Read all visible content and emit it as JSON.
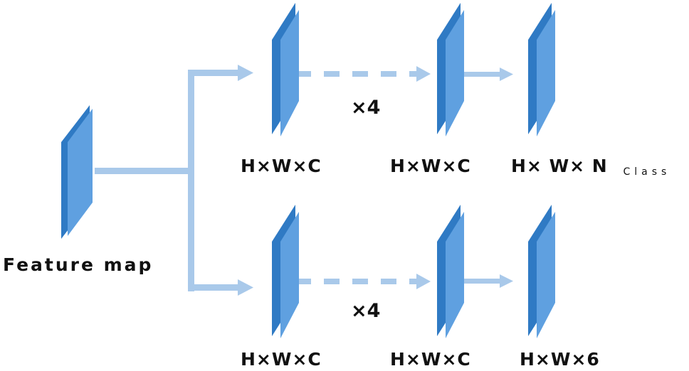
{
  "colors": {
    "plate_front": "#5fa0e0",
    "plate_edge": "#2f7ac4",
    "arrow": "#a9c9ea"
  },
  "labels": {
    "feature_map": "Feature map",
    "top_branch": {
      "first": "H×W×C",
      "repeat": "×4",
      "second": "H×W×C",
      "output_main": "H× W× N",
      "output_sub": "Class"
    },
    "bottom_branch": {
      "first": "H×W×C",
      "repeat": "×4",
      "second": "H×W×C",
      "output": "H×W×6"
    }
  }
}
